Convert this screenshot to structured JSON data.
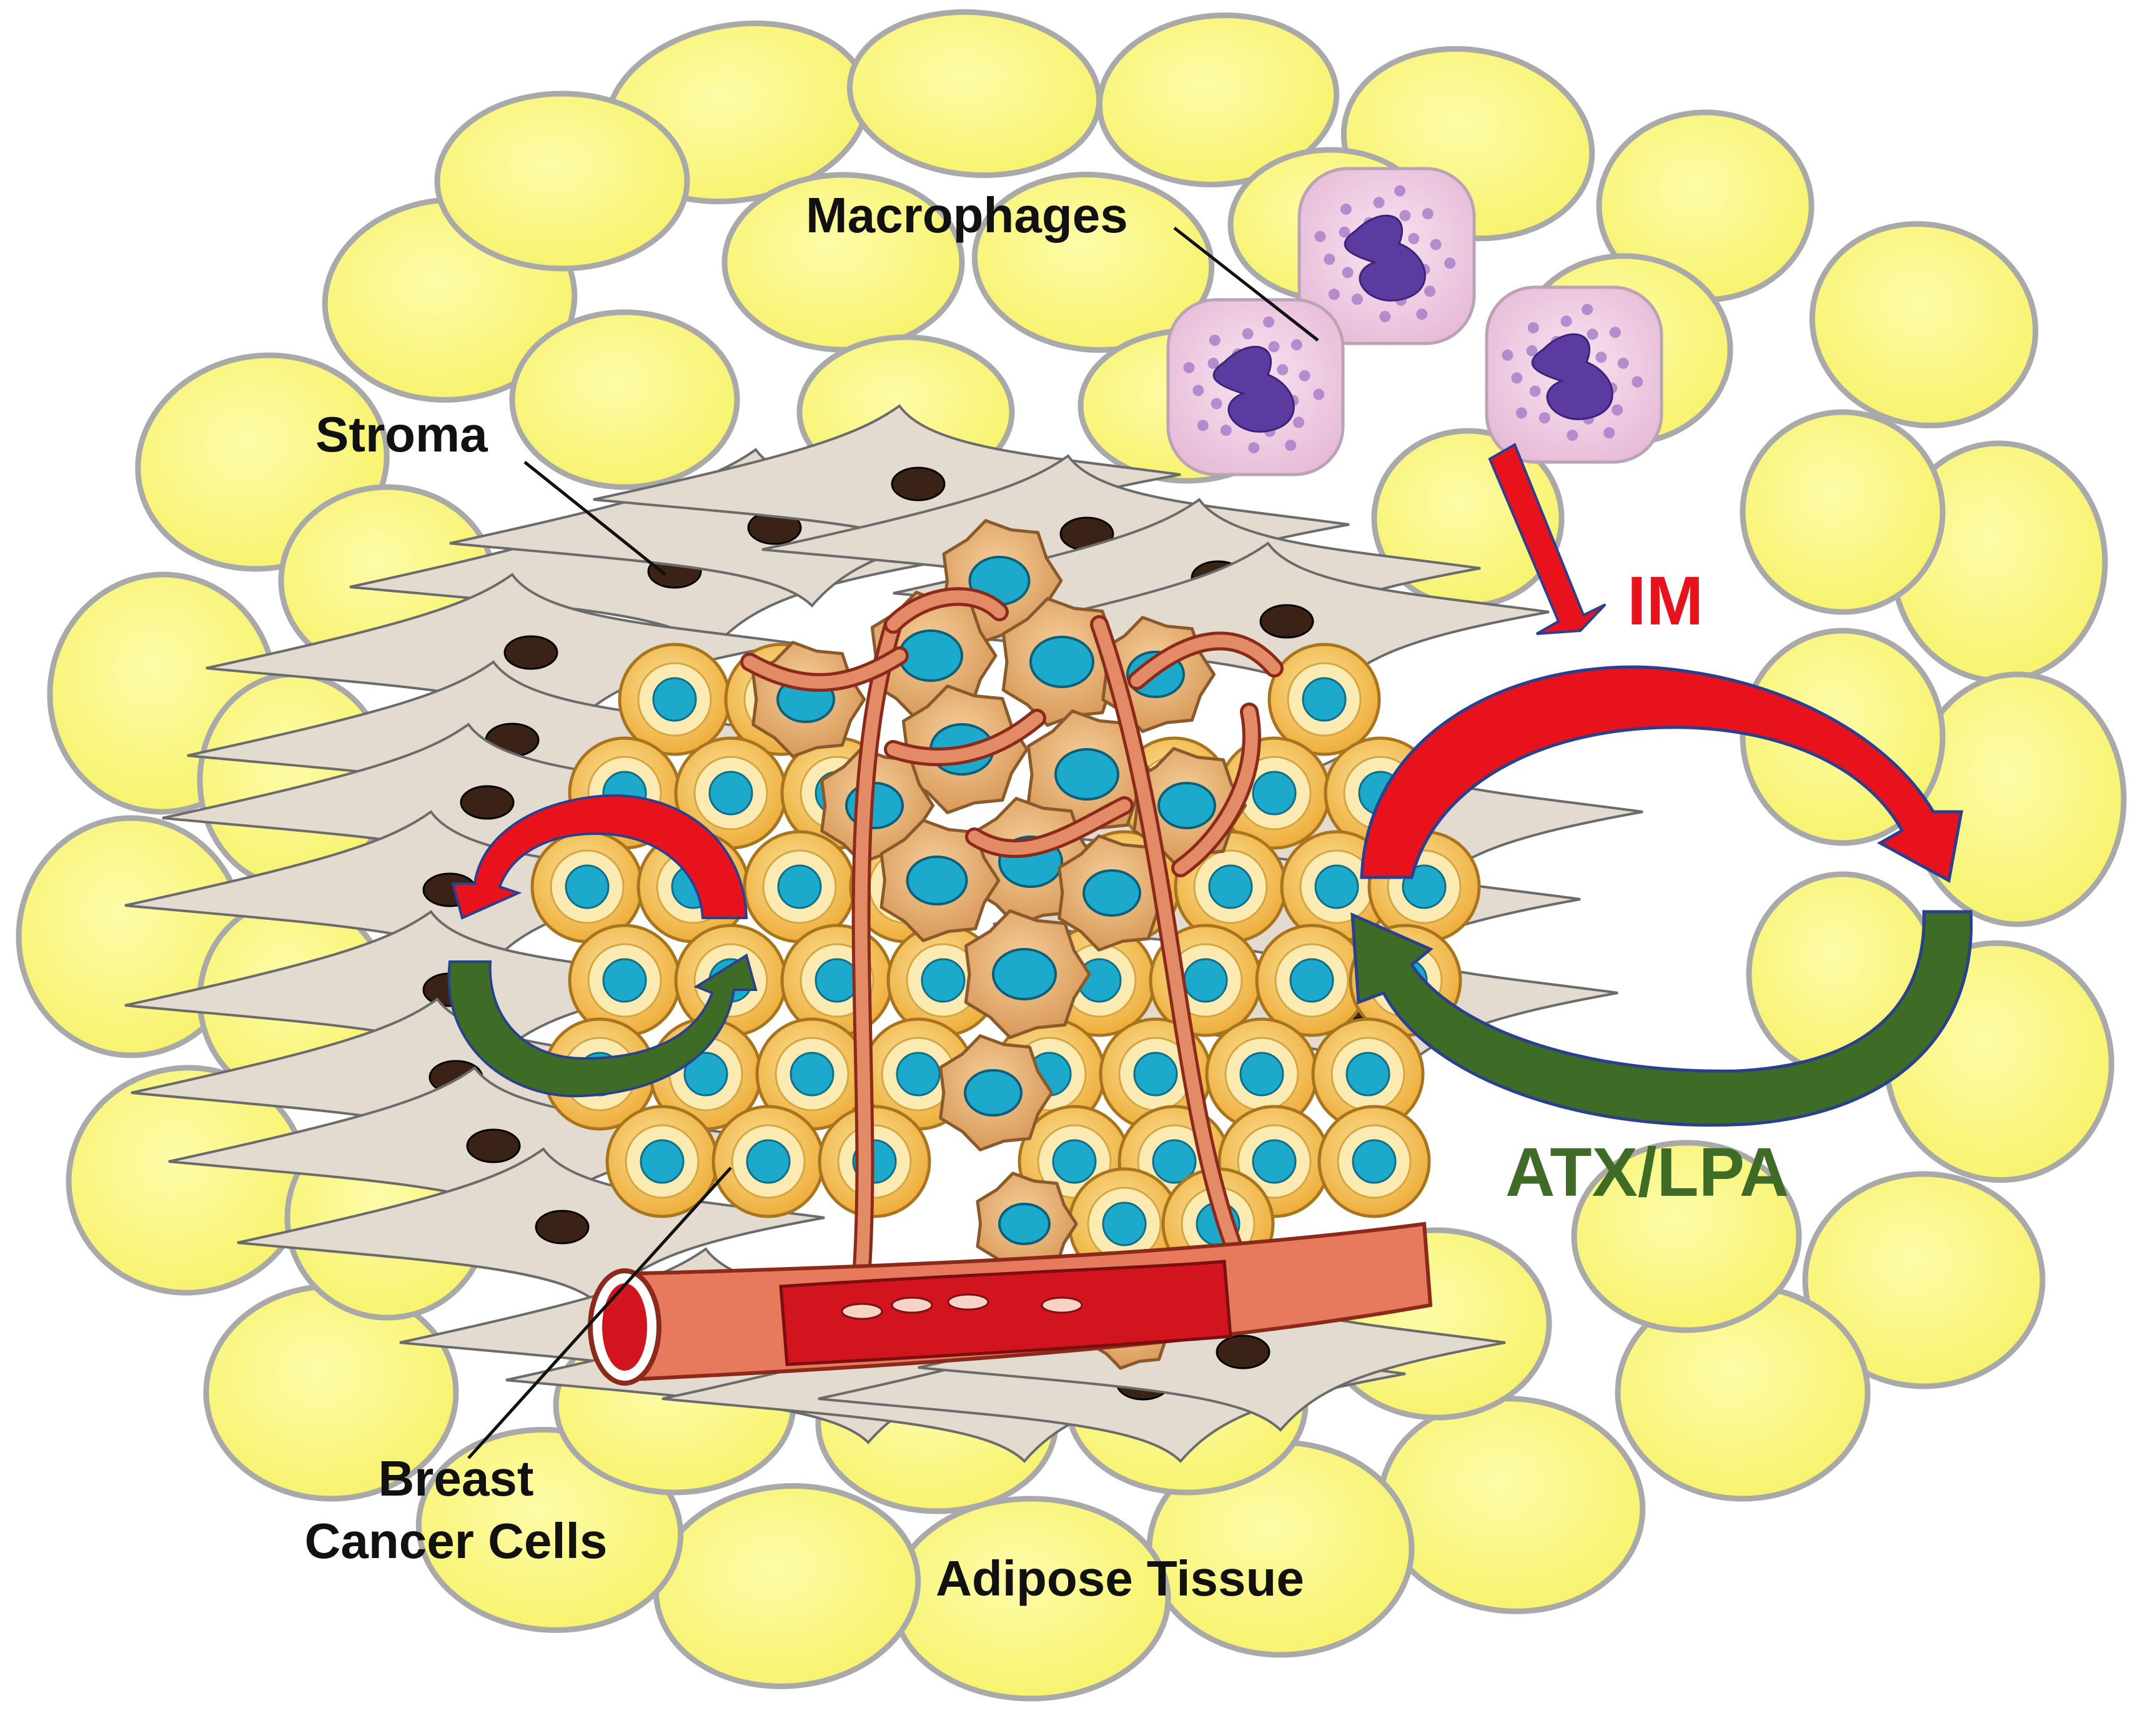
{
  "labels": {
    "macrophages": "Macrophages",
    "stroma": "Stroma",
    "im": "IM",
    "atx_lpa": "ATX/LPA",
    "breast_line1": "Breast",
    "breast_line2": "Cancer Cells",
    "adipose": "Adipose Tissue"
  },
  "colors": {
    "adipocyte_fill": "#fbf882",
    "adipocyte_stroke": "#a9a9a9",
    "stroma_fill": "#e3dbd0",
    "stroma_nucleus": "#3b2216",
    "cancer_cell_fill": "#f3c25c",
    "cancer_cell_ring": "#fbeab2",
    "cancer_nucleus": "#1da9cc",
    "tumor_cell_fill": "#e9b476",
    "vessel_red": "#d2141e",
    "vessel_outer": "#e77a5c",
    "macrophage_fill": "#f2d3e8",
    "macrophage_nucleus": "#5b3ba0",
    "arrow_red": "#e8121c",
    "arrow_green": "#3e6b25",
    "im_text": "#e8121c",
    "atx_text": "#3e6b25"
  }
}
